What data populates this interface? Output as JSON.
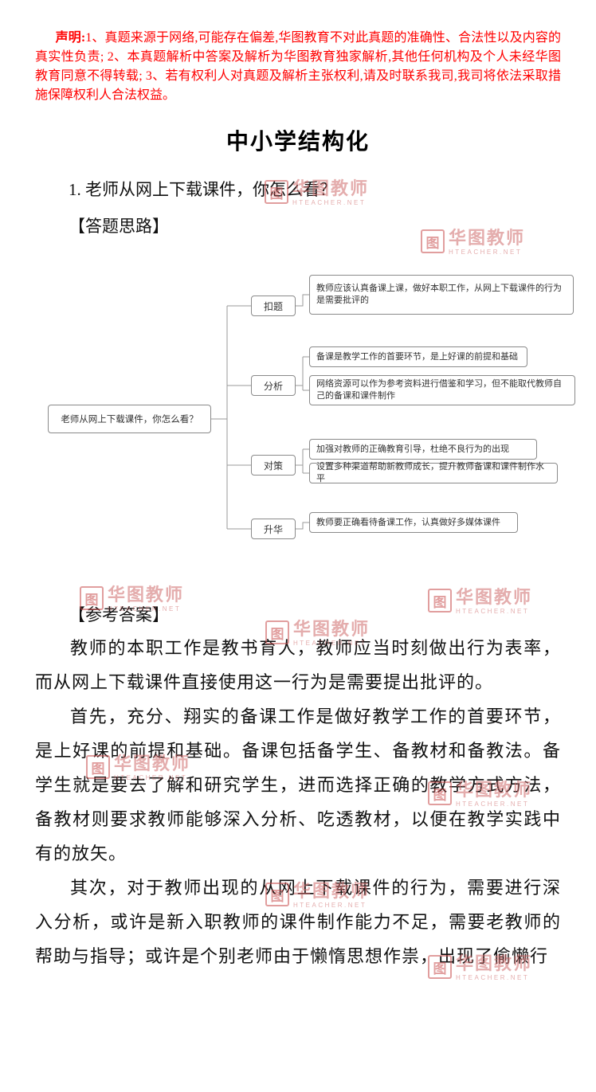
{
  "disclaimer": {
    "label": "声明:",
    "text": "1、真题来源于网络,可能存在偏差,华图教育不对此真题的准确性、合法性以及内容的真实性负责; 2、本真题解析中答案及解析为华图教育独家解析,其他任何机构及个人未经华图教育同意不得转载; 3、若有权利人对真题及解析主张权利,请及时联系我司,我司将依法采取措施保障权利人合法权益。"
  },
  "title": "中小学结构化",
  "question": "1. 老师从网上下载课件，你怎么看？",
  "sections": {
    "thinking": "【答题思路】",
    "answer": "【参考答案】"
  },
  "mindmap": {
    "root": "老师从网上下载课件，你怎么看？",
    "branches": [
      {
        "label": "扣题",
        "items": [
          "教师应该认真备课上课，做好本职工作，从网上下载课件的行为是需要批评的"
        ]
      },
      {
        "label": "分析",
        "items": [
          "备课是教学工作的首要环节，是上好课的前提和基础",
          "网络资源可以作为参考资料进行借鉴和学习，但不能取代教师自己的备课和课件制作"
        ]
      },
      {
        "label": "对策",
        "items": [
          "加强对教师的正确教育引导，杜绝不良行为的出现",
          "设置多种渠道帮助新教师成长，提升教师备课和课件制作水平"
        ]
      },
      {
        "label": "升华",
        "items": [
          "教师要正确看待备课工作，认真做好多媒体课件"
        ]
      }
    ]
  },
  "answer_paragraphs": [
    "教师的本职工作是教书育人，教师应当时刻做出行为表率，而从网上下载课件直接使用这一行为是需要提出批评的。",
    "首先，充分、翔实的备课工作是做好教学工作的首要环节，是上好课的前提和基础。备课包括备学生、备教材和备教法。备学生就是要去了解和研究学生，进而选择正确的教学方式方法，备教材则要求教师能够深入分析、吃透教材，以便在教学实践中有的放矢。",
    "其次，对于教师出现的从网上下载课件的行为，需要进行深入分析，或许是新入职教师的课件制作能力不足，需要老教师的帮助与指导；或许是个别老师由于懒惰思想作祟，出现了偷懒行"
  ],
  "watermark": {
    "brand": "华图教师",
    "domain": "HTEACHER.NET",
    "logo_text": "图",
    "accent_color": "#cf6b6b"
  }
}
